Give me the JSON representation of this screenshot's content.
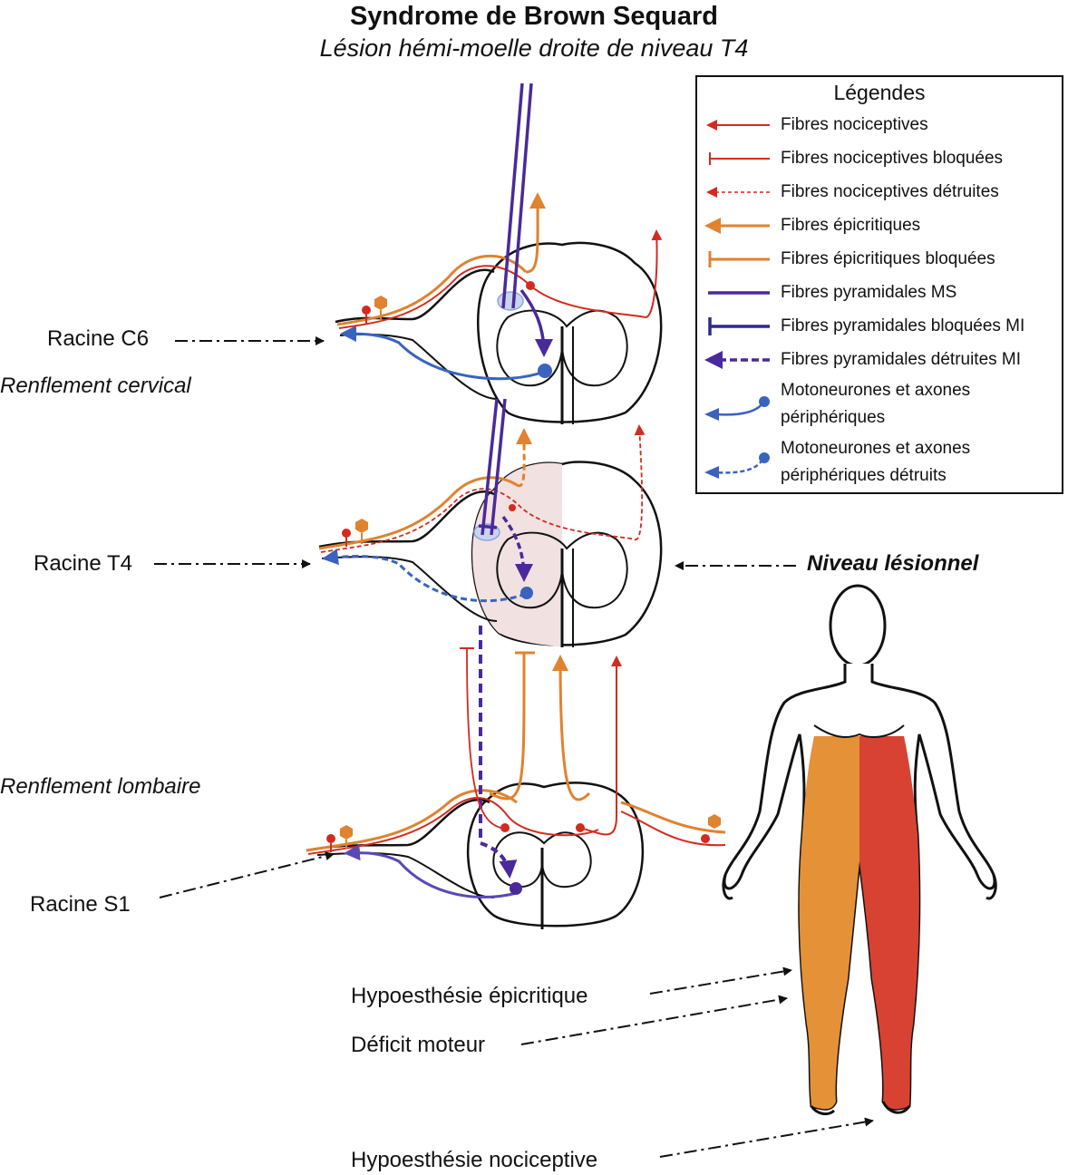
{
  "title": "Syndrome de Brown Sequard",
  "subtitle": "Lésion hémi-moelle droite de niveau T4",
  "labels": {
    "racine_c6": "Racine C6",
    "renflement_cervical": "Renflement cervical",
    "racine_t4": "Racine T4",
    "niveau_lesionnel": "Niveau lésionnel",
    "renflement_lombaire": "Renflement lombaire",
    "racine_s1": "Racine S1",
    "hypo_epicritique": "Hypoesthésie épicritique",
    "deficit_moteur": "Déficit moteur",
    "hypo_nociceptive": "Hypoesthésie nociceptive"
  },
  "legend": {
    "title": "Légendes",
    "items": [
      {
        "label": "Fibres nociceptives",
        "icon": "nociceptive-fiber-icon"
      },
      {
        "label": "Fibres nociceptives bloquées",
        "icon": "blocked-nociceptive-fiber-icon"
      },
      {
        "label": "Fibres nociceptives détruites",
        "icon": "destroyed-nociceptive-fiber-icon"
      },
      {
        "label": "Fibres épicritiques",
        "icon": "epicritic-fiber-icon"
      },
      {
        "label": "Fibres épicritiques bloquées",
        "icon": "blocked-epicritic-fiber-icon"
      },
      {
        "label": "Fibres pyramidales MS",
        "icon": "pyramidal-fiber-icon"
      },
      {
        "label": "Fibres pyramidales bloquées MI",
        "icon": "blocked-pyramidal-fiber-icon"
      },
      {
        "label": "Fibres pyramidales détruites MI",
        "icon": "destroyed-pyramidal-fiber-icon"
      },
      {
        "label": "Motoneurones et axones\npériphériques",
        "icon": "motoneuron-icon"
      },
      {
        "label": "Motoneurones et axones\npériphériques détruits",
        "icon": "destroyed-motoneuron-icon"
      }
    ]
  },
  "colors": {
    "nociceptive": "#d42a1f",
    "epicritic": "#e0822f",
    "pyramidal": "#4a2a9a",
    "motoneuron": "#3a63c0",
    "body_orange": "#e49138",
    "body_red": "#d84232",
    "lesion_pink": "#f2e1e1"
  }
}
